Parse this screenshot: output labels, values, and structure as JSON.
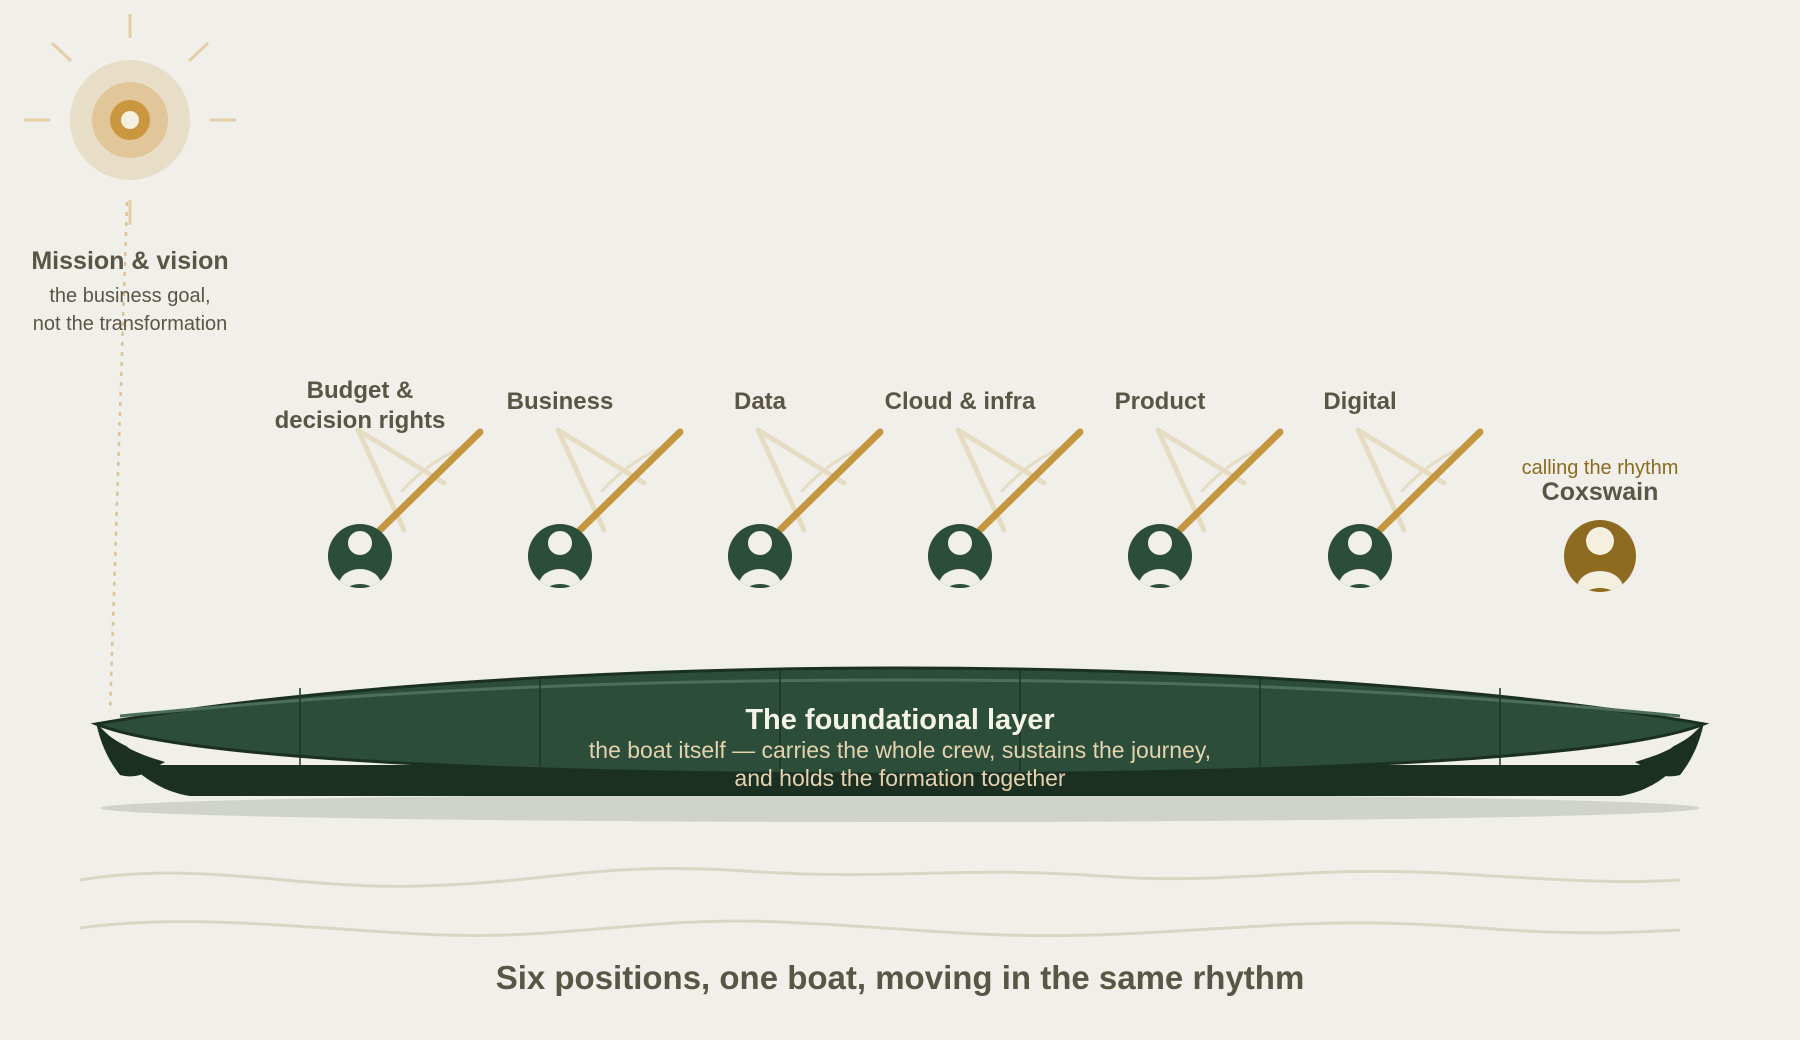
{
  "mission": {
    "title": "Mission & vision",
    "subtitle_line1": "the business goal,",
    "subtitle_line2": "not the transformation",
    "icon": "sun-icon"
  },
  "positions": [
    {
      "label_line1": "Budget &",
      "label_line2": "decision rights",
      "icon": "person-icon"
    },
    {
      "label_line1": "Business",
      "label_line2": "",
      "icon": "person-icon"
    },
    {
      "label_line1": "Data",
      "label_line2": "",
      "icon": "person-icon"
    },
    {
      "label_line1": "Cloud & infra",
      "label_line2": "",
      "icon": "person-icon"
    },
    {
      "label_line1": "Product",
      "label_line2": "",
      "icon": "person-icon"
    },
    {
      "label_line1": "Digital",
      "label_line2": "",
      "icon": "person-icon"
    }
  ],
  "coxswain": {
    "tagline": "calling the rhythm",
    "label": "Coxswain",
    "icon": "person-icon"
  },
  "boat": {
    "title": "The foundational layer",
    "subtitle_line1": "the boat itself — carries the whole crew, sustains the journey,",
    "subtitle_line2": "and holds the formation together"
  },
  "caption": "Six positions, one boat, moving in the same rhythm",
  "colors": {
    "background": "#f0efea",
    "boat_green": "#2b4d3a",
    "boat_dark": "#1b2f23",
    "oar_gold": "#c49640",
    "coxswain_gold": "#8c6a20",
    "text": "#5a5646",
    "sun": "#c9973f"
  }
}
